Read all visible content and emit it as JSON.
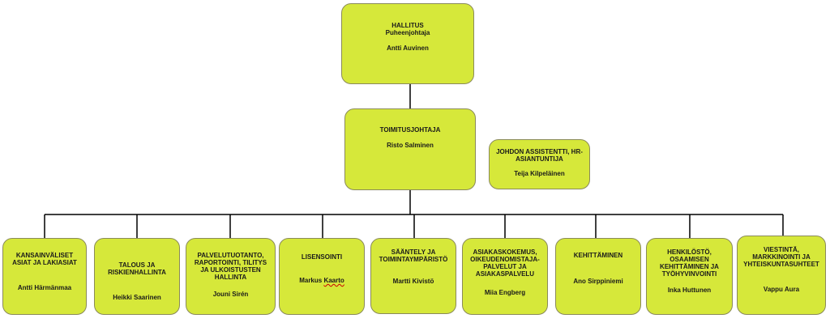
{
  "board": {
    "title": "HALLITUS",
    "subtitle": "Puheenjohtaja",
    "name": "Antti Auvinen"
  },
  "ceo": {
    "title": "TOIMITUSJOHTAJA",
    "name": "Risto Salminen"
  },
  "assistant": {
    "title": "JOHDON ASSISTENTTI, HR-ASIANTUNTIJA",
    "name": "Teija Kilpeläinen"
  },
  "units": [
    {
      "title": "KANSAINVÄLISET ASIAT JA LAKIASIAT",
      "name": "Antti Härmänmaa"
    },
    {
      "title": "TALOUS JA RISKIENHALLINTA",
      "name": "Heikki Saarinen"
    },
    {
      "title": "PALVELUTUOTANTO, RAPORTOINTI, TILITYS JA ULKOISTUSTEN HALLINTA",
      "name": "Jouni Sirén"
    },
    {
      "title": "LISENSOINTI",
      "name": "Markus Kaarto"
    },
    {
      "title": "SÄÄNTELY JA TOIMINTAYMPÄRISTÖ",
      "name": "Martti Kivistö"
    },
    {
      "title": "ASIAKASKOKEMUS, OIKEUDENOMISTAJA-PALVELUT JA ASIAKASPALVELU",
      "name": "Miia Engberg"
    },
    {
      "title": "KEHITTÄMINEN",
      "name": "Ano Sirppiniemi"
    },
    {
      "title": "HENKILÖSTÖ, OSAAMISEN KEHITTÄMINEN JA TYÖHYVINVOINTI",
      "name": "Inka Huttunen"
    },
    {
      "title": "VIESTINTÄ, MARKKINOINTI JA YHTEISKUNTASUHTEET",
      "name": "Vappu Aura"
    }
  ]
}
